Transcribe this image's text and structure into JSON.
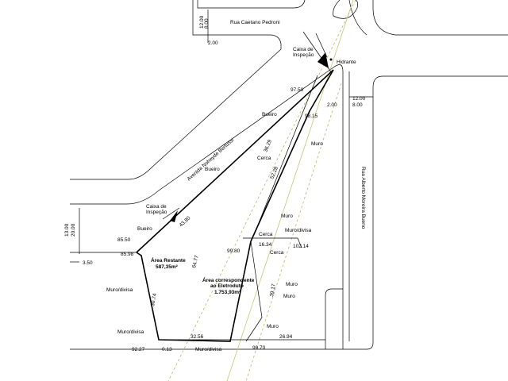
{
  "streets": {
    "caetano": "Rua Caetano Pedroni",
    "alberto": "Rua Alberto Moreira Bueno",
    "noheyde": "Avenida Noheyde Bertussi"
  },
  "features": {
    "caixa_top": [
      "Caixa de",
      "Inspeção"
    ],
    "caixa_left": [
      "Caixa de",
      "Inspeção"
    ],
    "hidrante": "Hidrante",
    "bueiro_1": "Bueiro",
    "bueiro_2": "Bueiro",
    "bueiro_3": "Bueiro",
    "cerca_1": "Cerca",
    "cerca_2": "Cerca",
    "cerca_3": "Cerca",
    "muro_1": "Muro",
    "muro_2": "Muro",
    "muro_3": "Muro",
    "muro_4": "Muro",
    "muro_5": "Muro",
    "muro_divisa_1": "Muro/divisa",
    "muro_divisa_2": "Muro/divisa",
    "muro_divisa_3": "Muro/divisa",
    "muro_divisa_4": "Muro/divisa"
  },
  "areas": {
    "restante": [
      "Área Restante",
      "587,35m²"
    ],
    "eletroduto": [
      "Área correspondente",
      "ao Eletroduto",
      "1.753,93m²"
    ]
  },
  "dims": {
    "d_12_top": "12.00",
    "d_8_top": "8.00",
    "d_2_top": "2.00",
    "d_12_right": "12.00",
    "d_2_right": "2.00",
    "d_8_right": "8.00",
    "d_13": "13.00",
    "d_20": "20.00",
    "d_350": "3.50",
    "d_8550": "85.50",
    "d_8598": "85.98",
    "d_9750": "97.50",
    "d_9815": "98.15",
    "d_3629": "36.29",
    "d_5228": "52.28",
    "d_4380": "43.80",
    "d_6477": "64.77",
    "d_9980": "99.80",
    "d_1634": "16.34",
    "d_10214": "102.14",
    "d_3074": "30.74",
    "d_3917": "39.17",
    "d_9227": "92.27",
    "d_013": "0.13",
    "d_3256": "32.56",
    "d_9970": "99.70",
    "d_2694": "26.94"
  }
}
